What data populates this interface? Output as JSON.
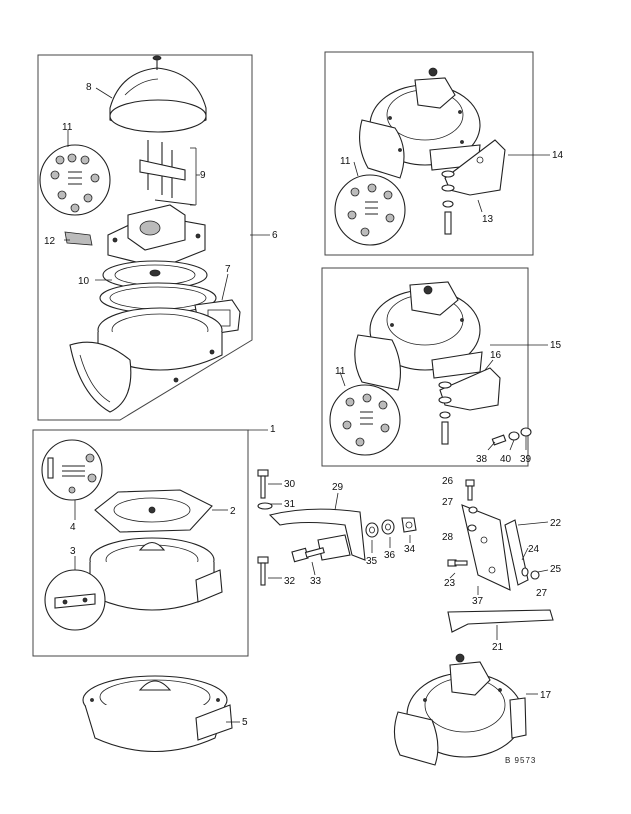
{
  "labels": {
    "n1": "1",
    "n2": "2",
    "n3": "3",
    "n4": "4",
    "n5": "5",
    "n6": "6",
    "n7": "7",
    "n8": "8",
    "n9": "9",
    "n10": "10",
    "n11a": "11",
    "n11b": "11",
    "n11c": "11",
    "n12": "12",
    "n13": "13",
    "n14": "14",
    "n15": "15",
    "n16": "16",
    "n17": "17",
    "n21": "21",
    "n22": "22",
    "n23": "23",
    "n24": "24",
    "n25": "25",
    "n26": "26",
    "n27a": "27",
    "n27b": "27",
    "n28": "28",
    "n29": "29",
    "n30": "30",
    "n31": "31",
    "n32": "32",
    "n33": "33",
    "n34": "34",
    "n35": "35",
    "n36": "36",
    "n37": "37",
    "n38": "38",
    "n39": "39",
    "n40": "40"
  },
  "drawing_code": "B 9573"
}
